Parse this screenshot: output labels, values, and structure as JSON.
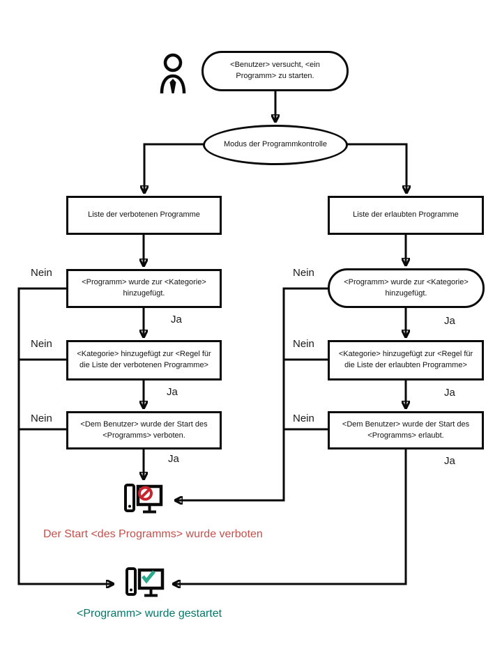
{
  "labels": {
    "yes": "Ja",
    "no": "Nein"
  },
  "nodes": {
    "start": "<Benutzer> versucht, <ein Programm> zu starten.",
    "mode": "Modus der Programmkontrolle",
    "denied_list": "Liste der verbotenen Programme",
    "allowed_list": "Liste der erlaubten Programme",
    "denied_category_check": "<Programm> wurde zur <Kategorie> hinzugefügt.",
    "allowed_category_check": "<Programm> wurde zur <Kategorie> hinzugefügt.",
    "denied_rule_check": "<Kategorie> hinzugefügt zur <Regel für die Liste der verbotenen Programme>",
    "allowed_rule_check": "<Kategorie> hinzugefügt zur <Regel für die Liste der erlaubten Programme>",
    "denied_result": "<Dem Benutzer> wurde der Start des <Programms> verboten.",
    "allowed_result": "<Dem Benutzer> wurde der Start des <Programms> erlaubt."
  },
  "outcomes": {
    "blocked": "Der Start <des Programms> wurde verboten",
    "started": "<Programm> wurde gestartet"
  },
  "colors": {
    "line": "#0a0a0a",
    "blocked_text": "#c4504c",
    "started_text": "#00786b",
    "prohibition_sign": "#c8242e",
    "check_mark": "#2aa98c"
  }
}
